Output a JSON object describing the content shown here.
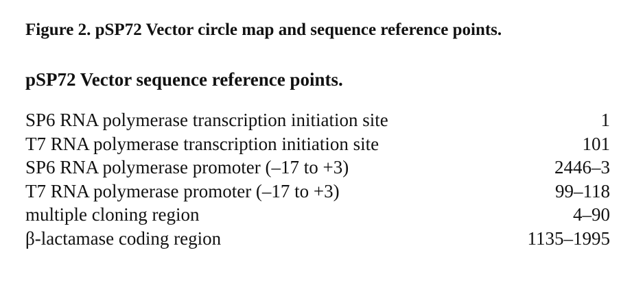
{
  "figure_caption": "Figure 2. pSP72 Vector circle map and sequence reference points.",
  "section_heading": "pSP72 Vector sequence reference points.",
  "reference_points": [
    {
      "feature": "SP6 RNA polymerase transcription initiation site",
      "position": "1"
    },
    {
      "feature": "T7 RNA polymerase transcription initiation site",
      "position": "101"
    },
    {
      "feature": "SP6 RNA polymerase promoter (–17 to +3)",
      "position": "2446–3"
    },
    {
      "feature": "T7 RNA polymerase promoter (–17 to +3)",
      "position": "99–118"
    },
    {
      "feature": "multiple cloning region",
      "position": "4–90"
    },
    {
      "feature": "β-lactamase coding region",
      "position": "1135–1995"
    }
  ]
}
